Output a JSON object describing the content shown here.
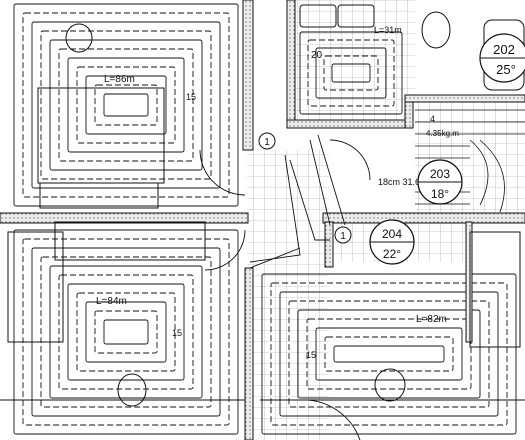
{
  "rooms": {
    "top_left": {
      "loop_length": "L=86m",
      "pipe_spacing": "15"
    },
    "bottom_left": {
      "loop_length": "L=84m",
      "pipe_spacing": "15"
    },
    "bottom_right": {
      "loop_length": "L=82m",
      "pipe_spacing": "15"
    },
    "bathroom": {
      "loop_length": "L=31m",
      "pipe_spacing": "20"
    },
    "room_202": {
      "number": "202",
      "temperature": "25°"
    },
    "room_203": {
      "number": "203",
      "temperature": "18°"
    },
    "room_204": {
      "number": "204",
      "temperature": "22°"
    }
  },
  "stairs": {
    "step_count": "4",
    "rise_text": "4.35kg.m",
    "tread_text": "18cm  31.6cm"
  },
  "manifolds": [
    {
      "number": "1"
    },
    {
      "number": "1"
    }
  ],
  "colors": {
    "line": "#111111",
    "wall_fill": "#e6e6e6"
  }
}
